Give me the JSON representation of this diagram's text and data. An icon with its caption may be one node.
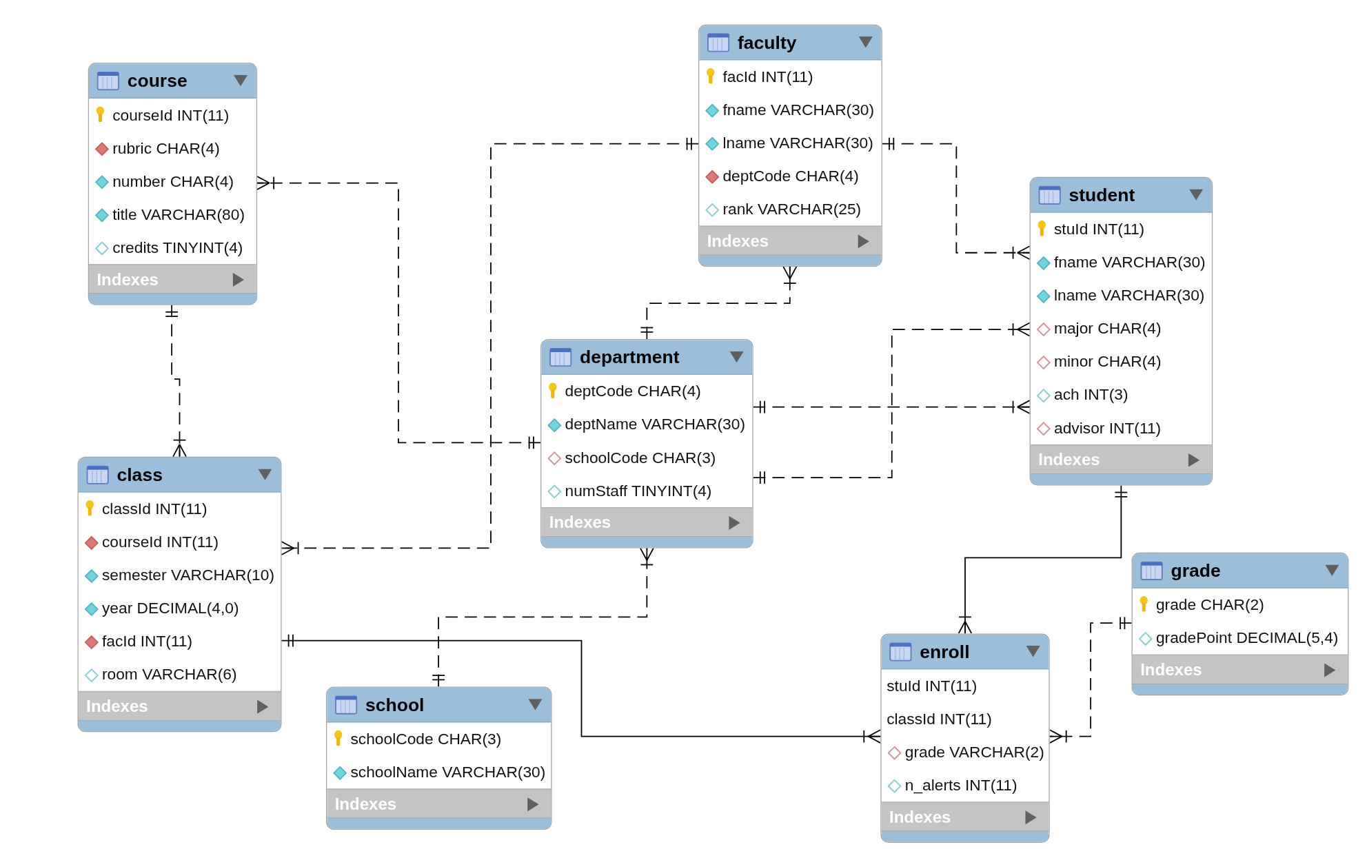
{
  "diagram": {
    "nodes": [
      {
        "text": [
          "course",
          "courseId INT(11)",
          "rubric CHAR(4)",
          "number CHAR(4)",
          "title VARCHAR(80)",
          "credits TINYINT(4)",
          "Indexes"
        ]
      },
      {
        "text": [
          "faculty",
          "facId INT(11)",
          "fname VARCHAR(30)",
          "lname VARCHAR(30)",
          "deptCode CHAR(4)",
          "rank VARCHAR(25)",
          "Indexes"
        ]
      },
      {
        "text": [
          "student",
          "stuId INT(11)",
          "fname VARCHAR(30)",
          "lname VARCHAR(30)",
          "major CHAR(4)",
          "minor CHAR(4)",
          "ach INT(3)",
          "advisor INT(11)",
          "Indexes"
        ]
      },
      {
        "text": [
          "department",
          "deptCode CHAR(4)",
          "deptName VARCHAR(30)",
          "schoolCode CHAR(3)",
          "numStaff TINYINT(4)",
          "Indexes"
        ]
      },
      {
        "text": [
          "class",
          "classId INT(11)",
          "courseId INT(11)",
          "semester VARCHAR(10)",
          "year DECIMAL(4,0)",
          "facId INT(11)",
          "room VARCHAR(6)",
          "Indexes"
        ]
      },
      {
        "text": [
          "school",
          "schoolCode CHAR(3)",
          "schoolName VARCHAR(30)",
          "Indexes"
        ]
      },
      {
        "text": [
          "enroll",
          "stuId INT(11)",
          "classId INT(11)",
          "grade VARCHAR(2)",
          "n_alerts INT(11)",
          "Indexes"
        ]
      },
      {
        "text": [
          "grade",
          "grade CHAR(2)",
          "gradePoint DECIMAL(5,4)",
          "Indexes"
        ]
      }
    ],
    "edges": [
      {
        "from": 3,
        "to": 0,
        "arrow": "other",
        "style": "dashed"
      },
      {
        "from": 1,
        "to": 4,
        "arrow": "other",
        "style": "dashed"
      },
      {
        "from": 1,
        "to": 2,
        "arrow": "other",
        "style": "dashed"
      },
      {
        "from": 3,
        "to": 1,
        "arrow": "other",
        "style": "dashed"
      },
      {
        "from": 0,
        "to": 4,
        "arrow": "other",
        "style": "dashed"
      },
      {
        "from": 3,
        "to": 2,
        "arrow": "other",
        "style": "dashed"
      },
      {
        "from": 3,
        "to": 2,
        "arrow": "other",
        "style": "dashed"
      },
      {
        "from": 5,
        "to": 3,
        "arrow": "other",
        "style": "dashed"
      },
      {
        "from": 4,
        "to": 6,
        "arrow": "other"
      },
      {
        "from": 2,
        "to": 6,
        "arrow": "other"
      },
      {
        "from": 7,
        "to": 6,
        "arrow": "other",
        "style": "dashed"
      }
    ]
  }
}
